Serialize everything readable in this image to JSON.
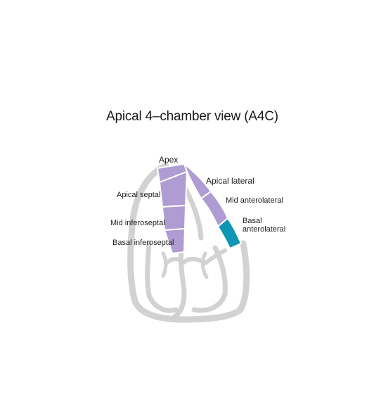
{
  "title": "Apical 4–chamber view (A4C)",
  "colors": {
    "background": "#ffffff",
    "heart_outline": "#d2d2d2",
    "segment_fill": "#ae9cd2",
    "highlight_fill": "#0d97b3",
    "text": "#222222"
  },
  "segments": {
    "apex": "Apex",
    "apical_septal": "Apical septal",
    "mid_inferoseptal": "Mid inferoseptal",
    "basal_inferoseptal": "Basal inferoseptal",
    "apical_lateral": "Apical lateral",
    "mid_anterolateral": "Mid anterolateral",
    "basal_anterolateral_line1": "Basal",
    "basal_anterolateral_line2": "anterolateral"
  },
  "highlighted_segment": "basal_anterolateral"
}
